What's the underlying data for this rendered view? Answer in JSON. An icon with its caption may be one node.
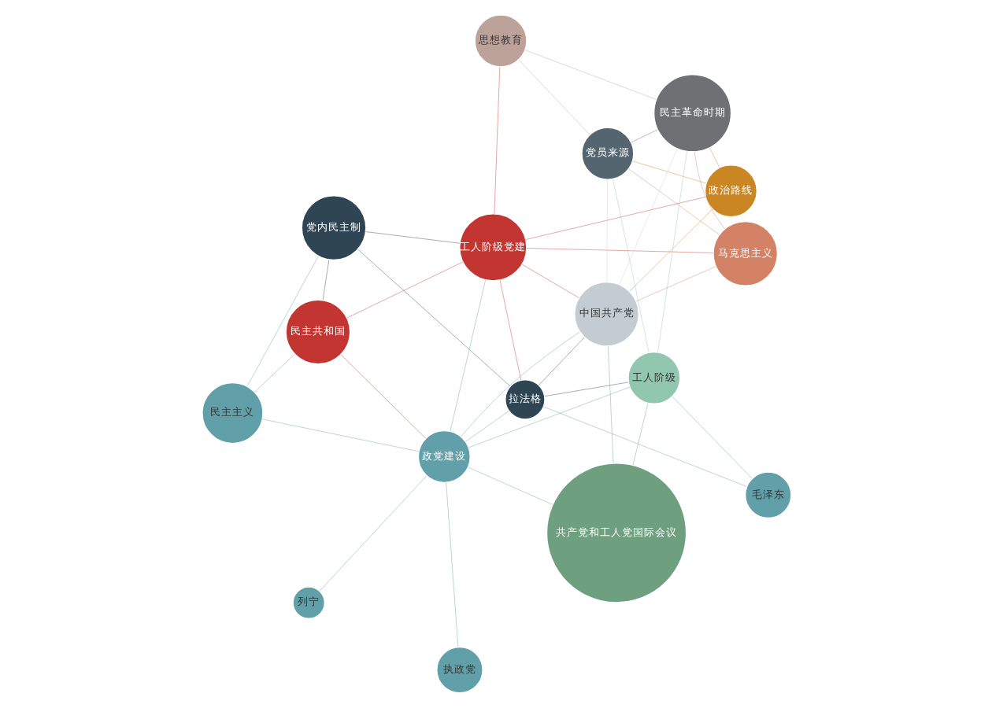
{
  "diagram": {
    "nodes": [
      {
        "text": [
          "党内民主制"
        ]
      },
      {
        "text": [
          "民主共和国"
        ]
      },
      {
        "text": [
          "民主主义"
        ]
      },
      {
        "text": [
          "列宁"
        ]
      },
      {
        "text": [
          "工人阶级党建"
        ]
      },
      {
        "text": [
          "思想教育"
        ]
      },
      {
        "text": [
          "政党建设"
        ]
      },
      {
        "text": [
          "政治路线"
        ]
      },
      {
        "text": [
          "马克思主义"
        ]
      },
      {
        "text": [
          "执政党"
        ]
      },
      {
        "text": [
          "共产党和工人党国际会议"
        ]
      },
      {
        "text": [
          "中国共产党"
        ]
      },
      {
        "text": [
          "党员来源"
        ]
      },
      {
        "text": [
          "拉法格"
        ]
      },
      {
        "text": [
          "工人阶级"
        ]
      },
      {
        "text": [
          "民主革命时期"
        ]
      },
      {
        "text": [
          "毛泽东"
        ]
      }
    ],
    "edges": [
      {
        "from": 0,
        "to": 1,
        "arrow": "none",
        "color": "#2f4554"
      },
      {
        "from": 0,
        "to": 2,
        "arrow": "none",
        "color": "#61a0a8"
      },
      {
        "from": 0,
        "to": 4,
        "arrow": "none",
        "color": "#2f4554"
      },
      {
        "from": 0,
        "to": 13,
        "arrow": "none",
        "color": "#2f4554"
      },
      {
        "from": 1,
        "to": 2,
        "arrow": "none",
        "color": "#61a0a8"
      },
      {
        "from": 1,
        "to": 4,
        "arrow": "none",
        "color": "#c23531"
      },
      {
        "from": 1,
        "to": 6,
        "arrow": "none",
        "color": "#c23531"
      },
      {
        "from": 2,
        "to": 6,
        "arrow": "none",
        "color": "#61a0a8"
      },
      {
        "from": 3,
        "to": 6,
        "arrow": "none",
        "color": "#61a0a8"
      },
      {
        "from": 9,
        "to": 6,
        "arrow": "none",
        "color": "#61a0a8"
      },
      {
        "from": 6,
        "to": 10,
        "arrow": "none",
        "color": "#61a0a8"
      },
      {
        "from": 6,
        "to": 13,
        "arrow": "none",
        "color": "#61a0a8"
      },
      {
        "from": 6,
        "to": 11,
        "arrow": "none",
        "color": "#61a0a8"
      },
      {
        "from": 6,
        "to": 14,
        "arrow": "none",
        "color": "#61a0a8"
      },
      {
        "from": 6,
        "to": 4,
        "arrow": "none",
        "color": "#61a0a8"
      },
      {
        "from": 16,
        "to": 13,
        "arrow": "none",
        "color": "#61a0a8"
      },
      {
        "from": 16,
        "to": 14,
        "arrow": "none",
        "color": "#61a0a8"
      },
      {
        "from": 4,
        "to": 8,
        "arrow": "none",
        "color": "#c23531"
      },
      {
        "from": 4,
        "to": 5,
        "arrow": "none",
        "color": "#c23531"
      },
      {
        "from": 4,
        "to": 7,
        "arrow": "none",
        "color": "#c23531"
      },
      {
        "from": 4,
        "to": 11,
        "arrow": "none",
        "color": "#c23531"
      },
      {
        "from": 4,
        "to": 13,
        "arrow": "none",
        "color": "#c23531"
      },
      {
        "from": 5,
        "to": 12,
        "arrow": "none",
        "color": "#bda29a"
      },
      {
        "from": 5,
        "to": 15,
        "arrow": "none",
        "color": "#bda29a"
      },
      {
        "from": 7,
        "to": 12,
        "arrow": "none",
        "color": "#ca8622"
      },
      {
        "from": 7,
        "to": 11,
        "arrow": "none",
        "color": "#ca8622"
      },
      {
        "from": 7,
        "to": 15,
        "arrow": "none",
        "color": "#ca8622"
      },
      {
        "from": 8,
        "to": 12,
        "arrow": "none",
        "color": "#d48265"
      },
      {
        "from": 8,
        "to": 15,
        "arrow": "none",
        "color": "#d48265"
      },
      {
        "from": 8,
        "to": 11,
        "arrow": "none",
        "color": "#d48265"
      },
      {
        "from": 11,
        "to": 12,
        "arrow": "none",
        "color": "#c4ccd3"
      },
      {
        "from": 11,
        "to": 15,
        "arrow": "none",
        "color": "#c4ccd3"
      },
      {
        "from": 13,
        "to": 14,
        "arrow": "none",
        "color": "#2f4554"
      },
      {
        "from": 13,
        "to": 11,
        "arrow": "none",
        "color": "#2f4554"
      },
      {
        "from": 12,
        "to": 15,
        "arrow": "none",
        "color": "#546570"
      },
      {
        "from": 10,
        "to": 11,
        "arrow": "none",
        "color": "#6e9f7f"
      },
      {
        "from": 10,
        "to": 14,
        "arrow": "none",
        "color": "#6e9f7f"
      },
      {
        "from": 14,
        "to": 15,
        "arrow": "none",
        "color": "#91c7ae"
      },
      {
        "from": 14,
        "to": 12,
        "arrow": "none",
        "color": "#91c7ae"
      }
    ]
  }
}
